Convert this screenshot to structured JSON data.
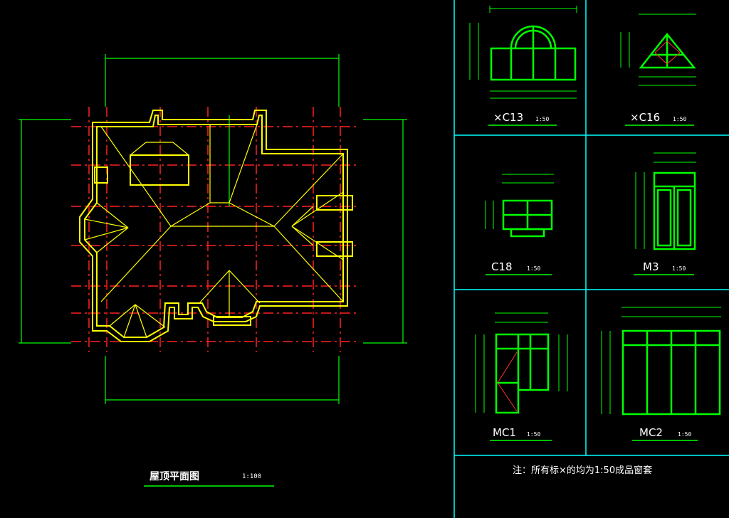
{
  "colors": {
    "background": "#000000",
    "roof": "#ffff00",
    "axis": "#ff2020",
    "dimension": "#00ff00",
    "frame": "#00ffff",
    "window": "#00ff00",
    "text": "#ffffff"
  },
  "roof_plan": {
    "title": "屋顶平面图",
    "scale": "1:100"
  },
  "details": [
    {
      "id": "C13",
      "label": "×C13",
      "scale": "1:50"
    },
    {
      "id": "C16",
      "label": "×C16",
      "scale": "1:50"
    },
    {
      "id": "C18",
      "label": "C18",
      "scale": "1:50"
    },
    {
      "id": "M3",
      "label": "M3",
      "scale": "1:50"
    },
    {
      "id": "MC1",
      "label": "MC1",
      "scale": "1:50"
    },
    {
      "id": "MC2",
      "label": "MC2",
      "scale": "1:50"
    }
  ],
  "note": "注：所有标×的均为1:50成品窗套"
}
